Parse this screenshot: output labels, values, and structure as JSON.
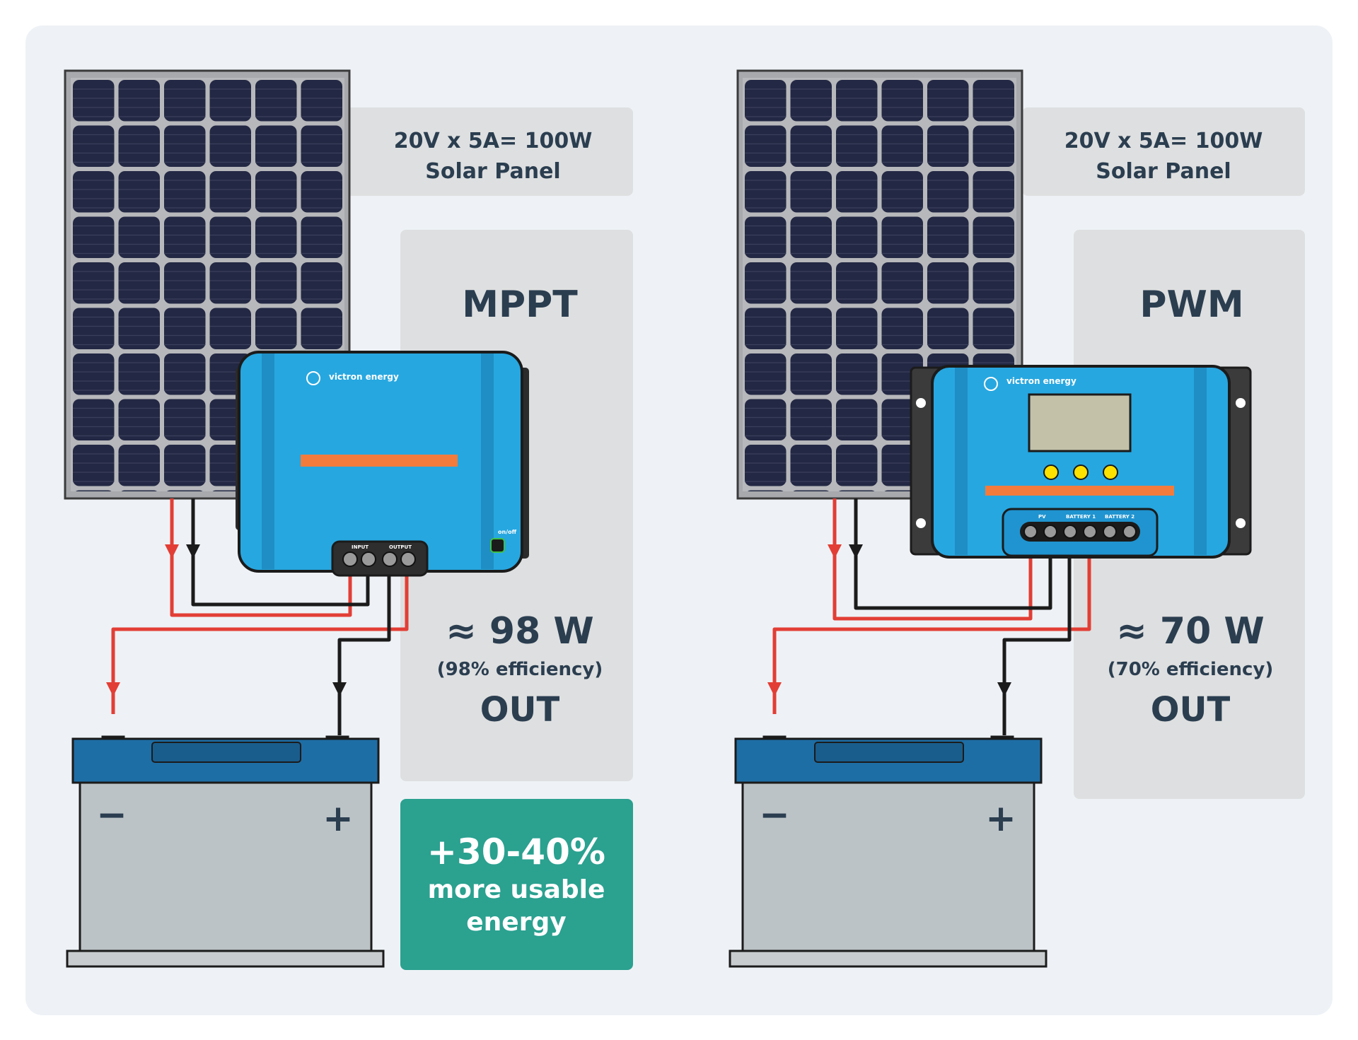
{
  "colors": {
    "background": "#eef2f6",
    "label_box": "#dedfe0",
    "text_dark": "#2b3e50",
    "highlight_box": "#2ba190",
    "highlight_text": "#ffffff",
    "wire_positive": "#e23e35",
    "wire_negative": "#1b1b1b",
    "panel_cells": "#232844",
    "panel_frame": "#a7a9ac",
    "controller_blue": "#27a7e0",
    "controller_stripe": "#f37b3c",
    "battery_top": "#1e6ea6",
    "battery_body": "#bcc3c6",
    "lcd_screen": "#c3c1a8",
    "led_yellow": "#fde200"
  },
  "left": {
    "panel_label_line1": "20V x 5A= 100W",
    "panel_label_line2": "Solar Panel",
    "controller_title": "MPPT",
    "output_watts": "≈ 98 W",
    "efficiency": "(98% efficiency)",
    "out_label": "OUT",
    "brand": "victron energy",
    "input_label": "INPUT",
    "output_label": "OUTPUT",
    "switch_label": "on/off",
    "battery_minus": "−",
    "battery_plus": "+"
  },
  "right": {
    "panel_label_line1": "20V x 5A= 100W",
    "panel_label_line2": "Solar Panel",
    "controller_title": "PWM",
    "output_watts": "≈ 70 W",
    "efficiency": "(70% efficiency)",
    "out_label": "OUT",
    "brand": "victron energy",
    "terminal_pv": "PV",
    "terminal_battery1": "BATTERY 1",
    "terminal_battery2": "BATTERY 2",
    "battery_minus": "−",
    "battery_plus": "+"
  },
  "highlight": {
    "line1": "+30-40%",
    "line2": "more usable",
    "line3": "energy"
  }
}
